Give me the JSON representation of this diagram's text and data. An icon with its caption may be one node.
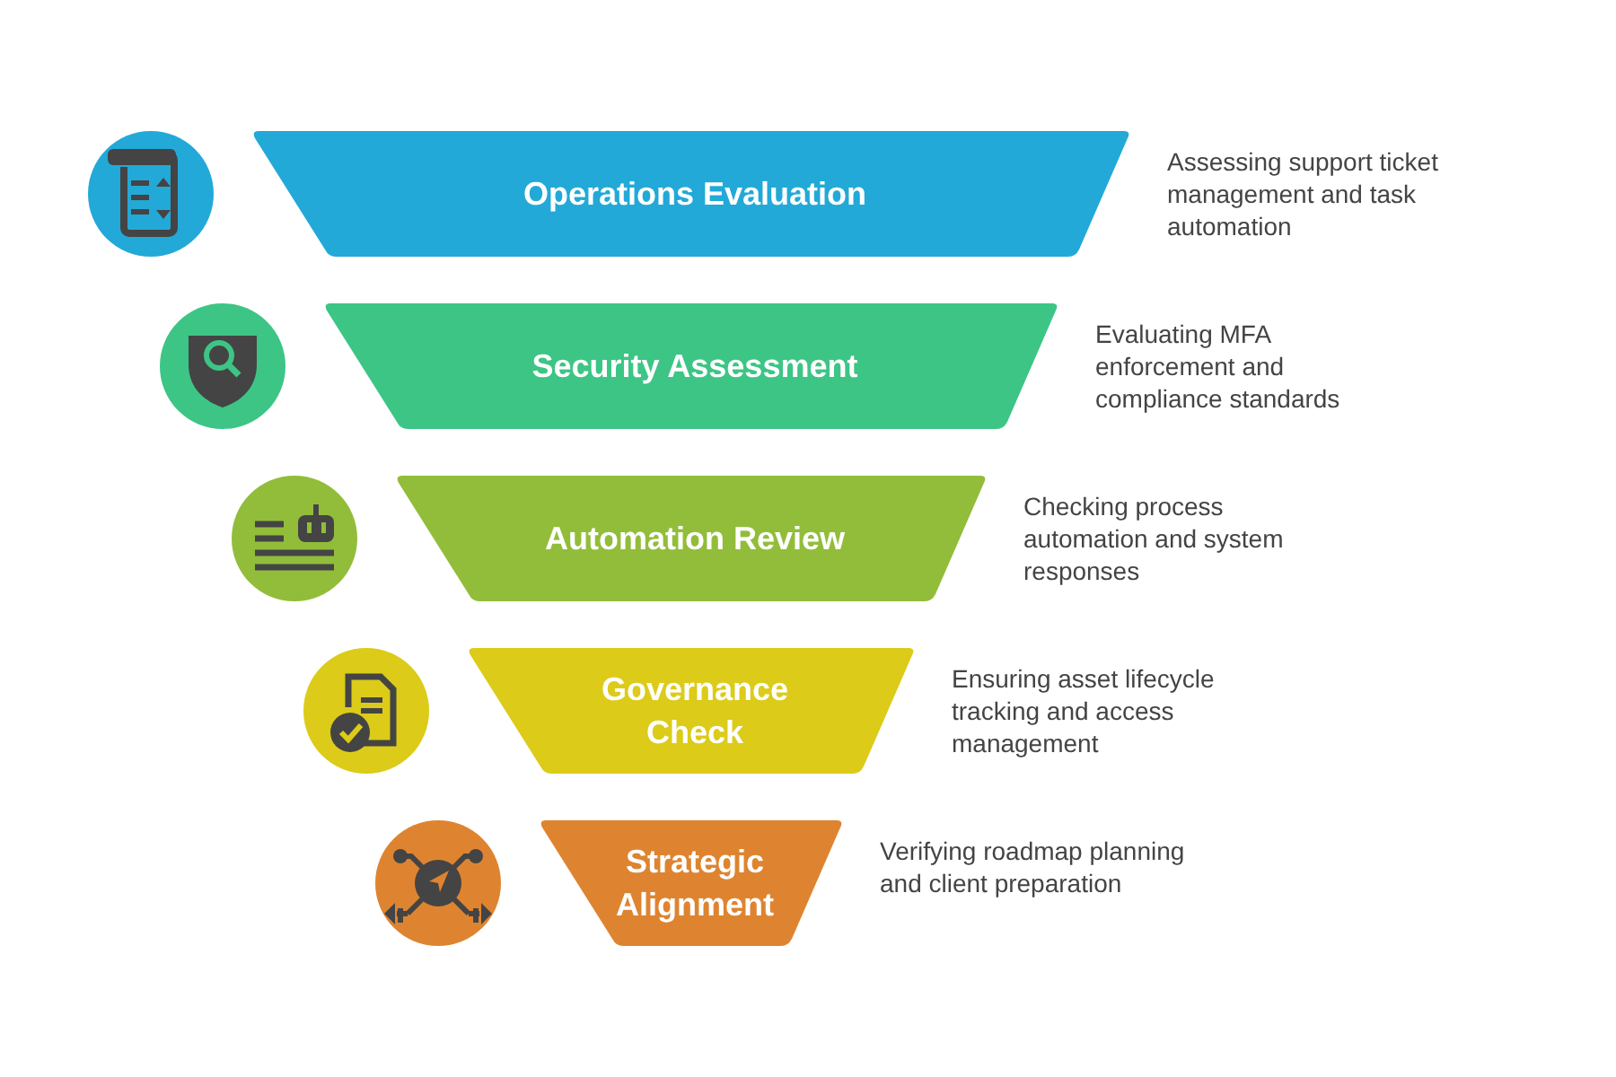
{
  "diagram": {
    "nodes": [
      {
        "text": [
          "Operations Evaluation"
        ],
        "beside": [
          "Assessing support ticket management and task automation"
        ]
      },
      {
        "text": [
          "Security Assessment"
        ],
        "beside": [
          "Evaluating MFA enforcement and compliance standards"
        ]
      },
      {
        "text": [
          "Automation Review"
        ],
        "beside": [
          "Checking process automation and system responses"
        ]
      },
      {
        "text": [
          "Governance Check"
        ],
        "beside": [
          "Ensuring asset lifecycle tracking and access management"
        ]
      },
      {
        "text": [
          "Strategic Alignment"
        ],
        "beside": [
          "Verifying roadmap planning and client preparation"
        ]
      }
    ]
  }
}
